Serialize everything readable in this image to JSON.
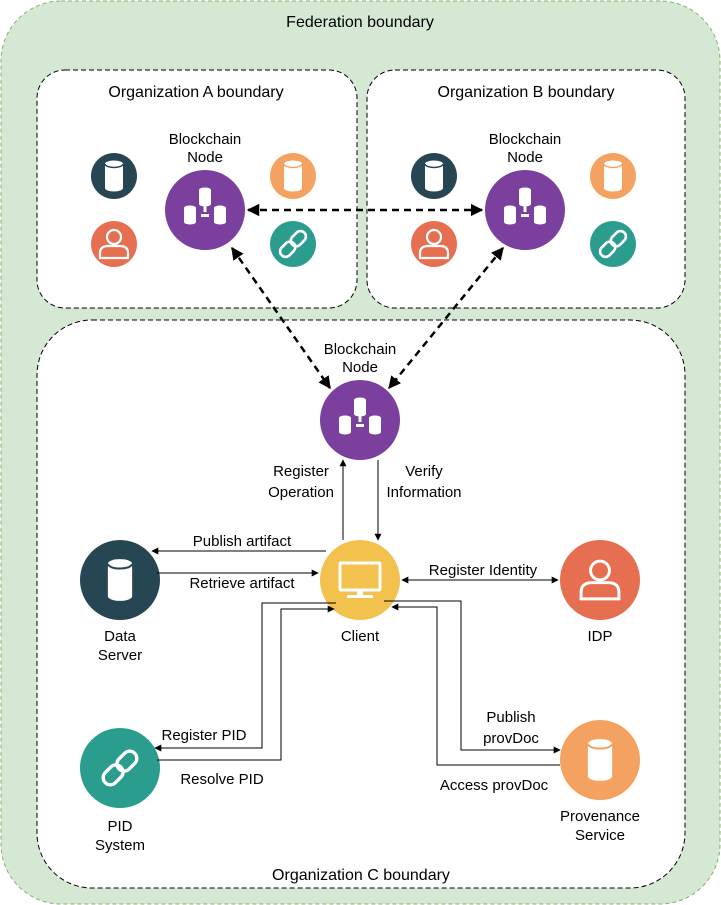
{
  "federation": {
    "label": "Federation boundary"
  },
  "org_a": {
    "label": "Organization A boundary",
    "node_label_1": "Blockchain",
    "node_label_2": "Node"
  },
  "org_b": {
    "label": "Organization B boundary",
    "node_label_1": "Blockchain",
    "node_label_2": "Node"
  },
  "org_c": {
    "label": "Organization C boundary",
    "node_label_1": "Blockchain",
    "node_label_2": "Node"
  },
  "client": {
    "label": "Client"
  },
  "data_server": {
    "label_1": "Data",
    "label_2": "Server"
  },
  "idp": {
    "label": "IDP"
  },
  "pid_system": {
    "label_1": "PID",
    "label_2": "System"
  },
  "provenance": {
    "label_1": "Provenance",
    "label_2": "Service"
  },
  "edges": {
    "register_operation_1": "Register",
    "register_operation_2": "Operation",
    "verify_information_1": "Verify",
    "verify_information_2": "Information",
    "publish_artifact": "Publish artifact",
    "retrieve_artifact": "Retrieve artifact",
    "register_identity": "Register Identity",
    "register_pid": "Register PID",
    "resolve_pid": "Resolve PID",
    "publish_provdoc_1": "Publish",
    "publish_provdoc_2": "provDoc",
    "access_provdoc": "Access provDoc"
  },
  "colors": {
    "federation_fill": "#d5e8d4",
    "org_fill": "#ffffff",
    "blockchain_purple": "#7b3f9e",
    "database_navy": "#264653",
    "service_orange": "#f4a261",
    "identity_red": "#e76f51",
    "pid_teal": "#2a9d8f",
    "client_yellow": "#f2c14e"
  },
  "icons": [
    "blockchain-icon",
    "database-icon",
    "user-icon",
    "link-icon",
    "monitor-icon"
  ]
}
